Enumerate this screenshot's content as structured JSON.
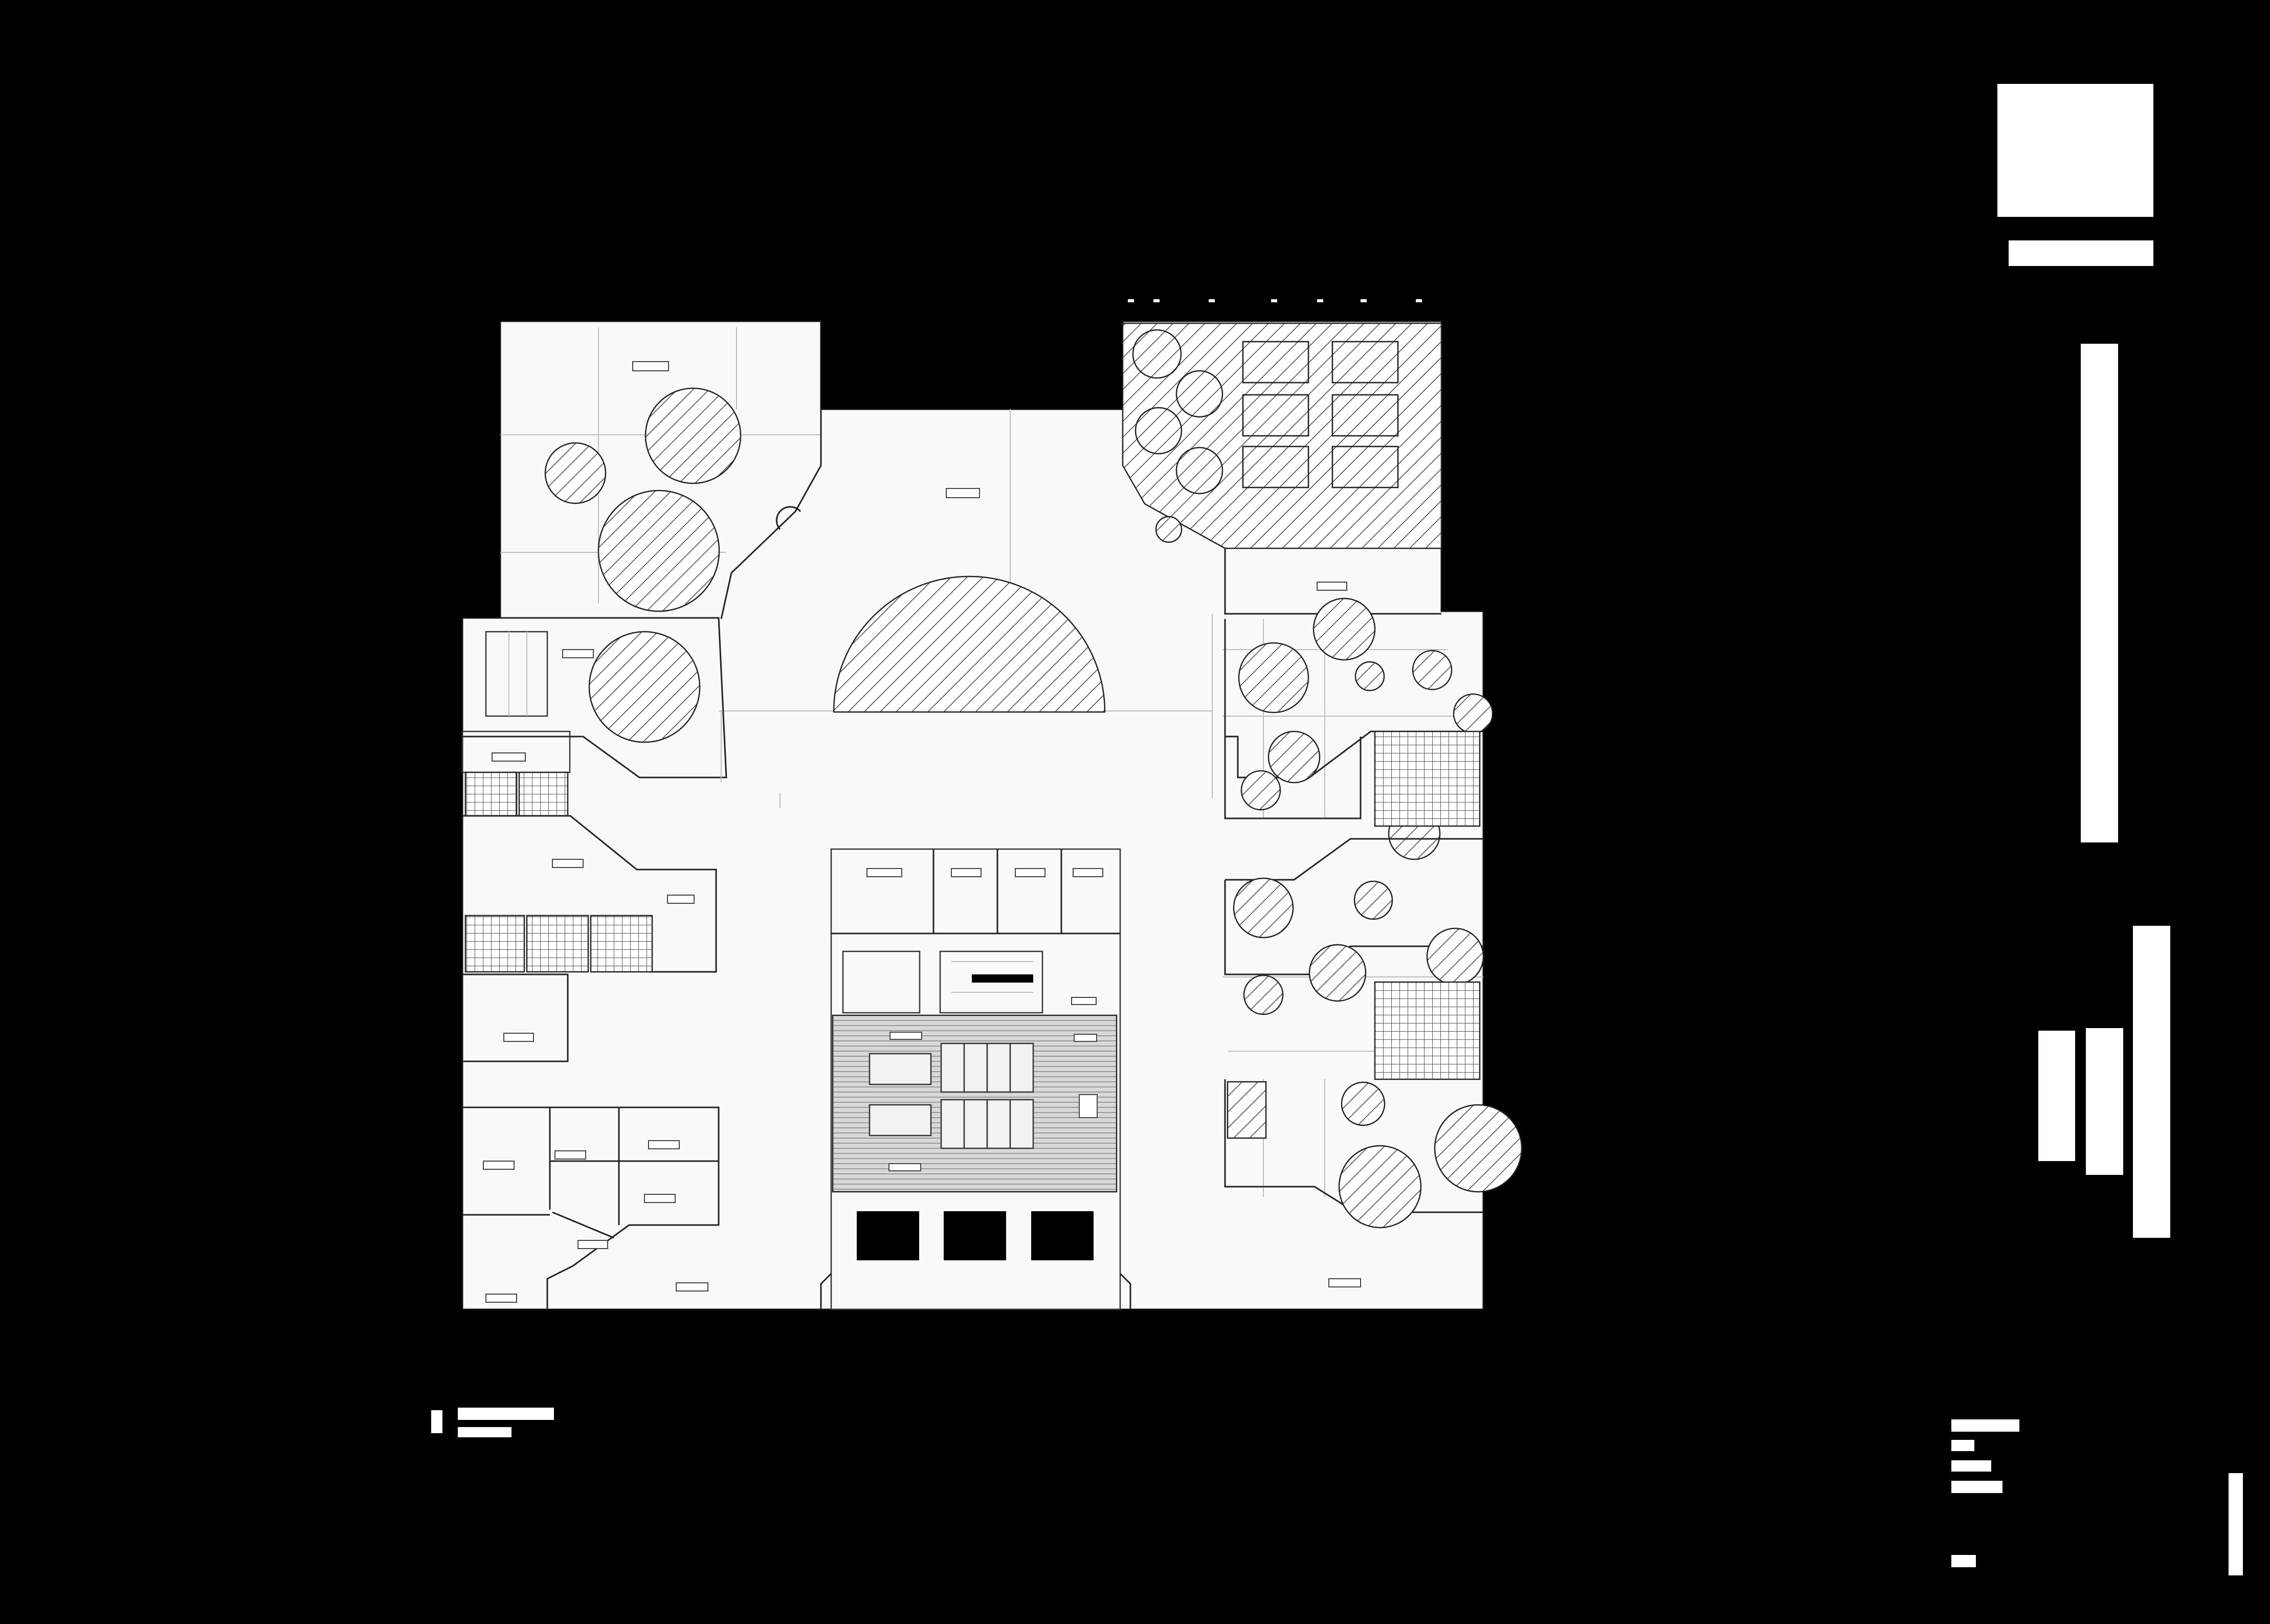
{
  "drawing": {
    "type": "floor-plan",
    "colors": {
      "background": "#000000",
      "floor": "#f9f9f9",
      "line": "#222222",
      "title_block": "#ffffff"
    },
    "hatch_patterns": [
      "diagonal-hatch",
      "grid-hatch",
      "horizontal-lines"
    ]
  },
  "icons": {
    "north_logo": "square-logo-icon",
    "scale_mark": "scale-bar-icon"
  }
}
